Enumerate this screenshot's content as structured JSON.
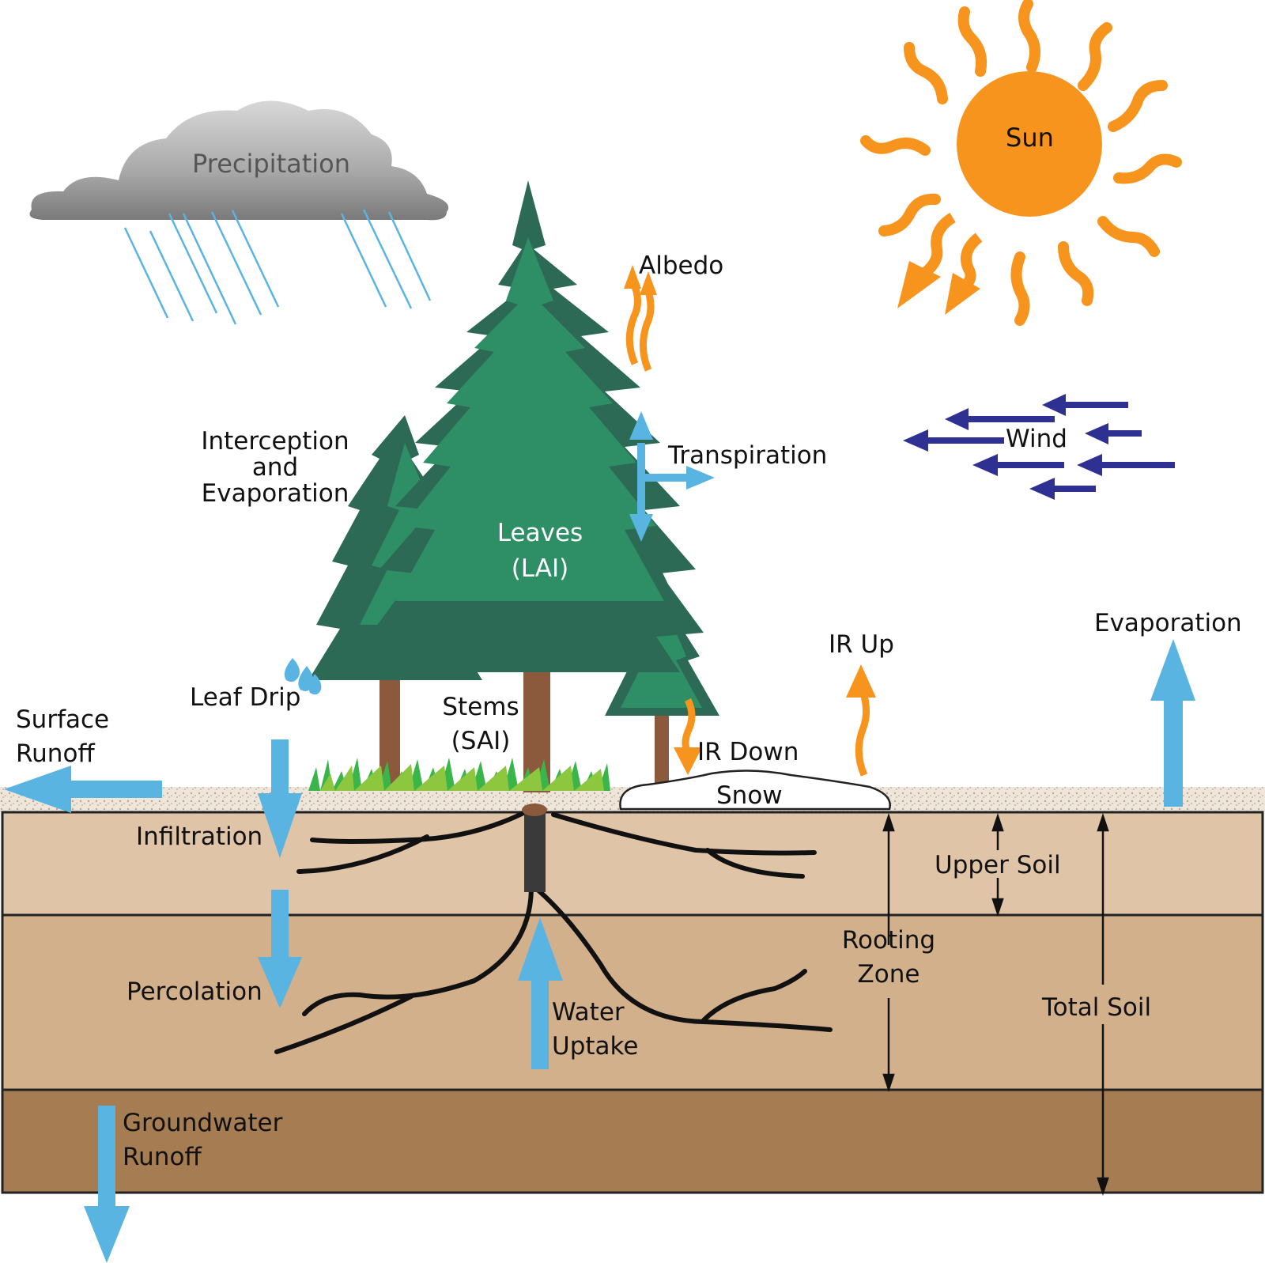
{
  "labels": {
    "precipitation": "Precipitation",
    "sun": "Sun",
    "albedo": "Albedo",
    "interception_line1": "Interception",
    "interception_line2": "and",
    "interception_line3": "Evaporation",
    "transpiration": "Transpiration",
    "wind": "Wind",
    "leaves_line1": "Leaves",
    "leaves_line2": "(LAI)",
    "evaporation": "Evaporation",
    "ir_up": "IR Up",
    "leaf_drip": "Leaf Drip",
    "surface_runoff_line1": "Surface",
    "surface_runoff_line2": "Runoff",
    "stems_line1": "Stems",
    "stems_line2": "(SAI)",
    "ir_down": "IR Down",
    "snow": "Snow",
    "infiltration": "Infiltration",
    "upper_soil": "Upper Soil",
    "rooting_zone_line1": "Rooting",
    "rooting_zone_line2": "Zone",
    "percolation": "Percolation",
    "total_soil": "Total Soil",
    "water_uptake_line1": "Water",
    "water_uptake_line2": "Uptake",
    "groundwater_runoff_line1": "Groundwater",
    "groundwater_runoff_line2": "Runoff"
  },
  "colors": {
    "water_arrow": "#5ab4e2",
    "radiation_arrow": "#f7941d",
    "wind_arrow": "#2e3192",
    "tree_dark": "#2d6a55",
    "tree_light": "#2e8f66",
    "trunk": "#8b5a3c",
    "upper_soil": "#dfc4a8",
    "lower_soil": "#d2b08c",
    "groundwater_layer": "#a67c52",
    "cloud": "#9a9a9a",
    "snow": "#ffffff"
  }
}
